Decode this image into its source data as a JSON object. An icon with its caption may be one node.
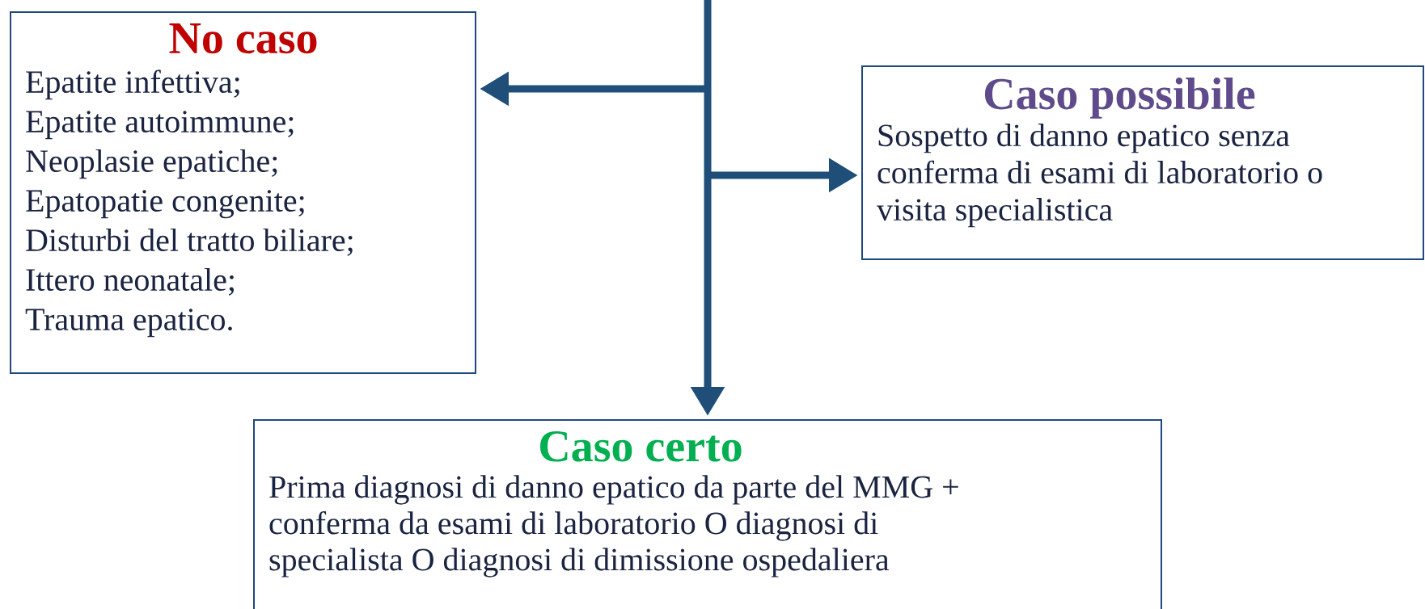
{
  "diagram": {
    "nodes": [
      {
        "text": [
          "No caso",
          "Epatite infettiva;",
          "Epatite autoimmune;",
          "Neoplasie epatiche;",
          "Epatopatie congenite;",
          "Disturbi del tratto biliare;",
          "Ittero neonatale;",
          "Trauma epatico."
        ]
      },
      {
        "text": [
          "Caso possibile",
          "Sospetto di danno epatico senza conferma di esami di laboratorio o visita specialistica"
        ]
      },
      {
        "text": [
          "Caso certo",
          "Prima diagnosi di danno epatico da parte del MMG + conferma da esami di laboratorio O diagnosi di specialista O diagnosi di dimissione ospedaliera"
        ]
      }
    ],
    "edges": [
      {
        "from": null,
        "to": 0,
        "arrow": "to"
      },
      {
        "from": null,
        "to": 1,
        "arrow": "to"
      },
      {
        "from": null,
        "to": 2,
        "arrow": "to"
      }
    ]
  }
}
